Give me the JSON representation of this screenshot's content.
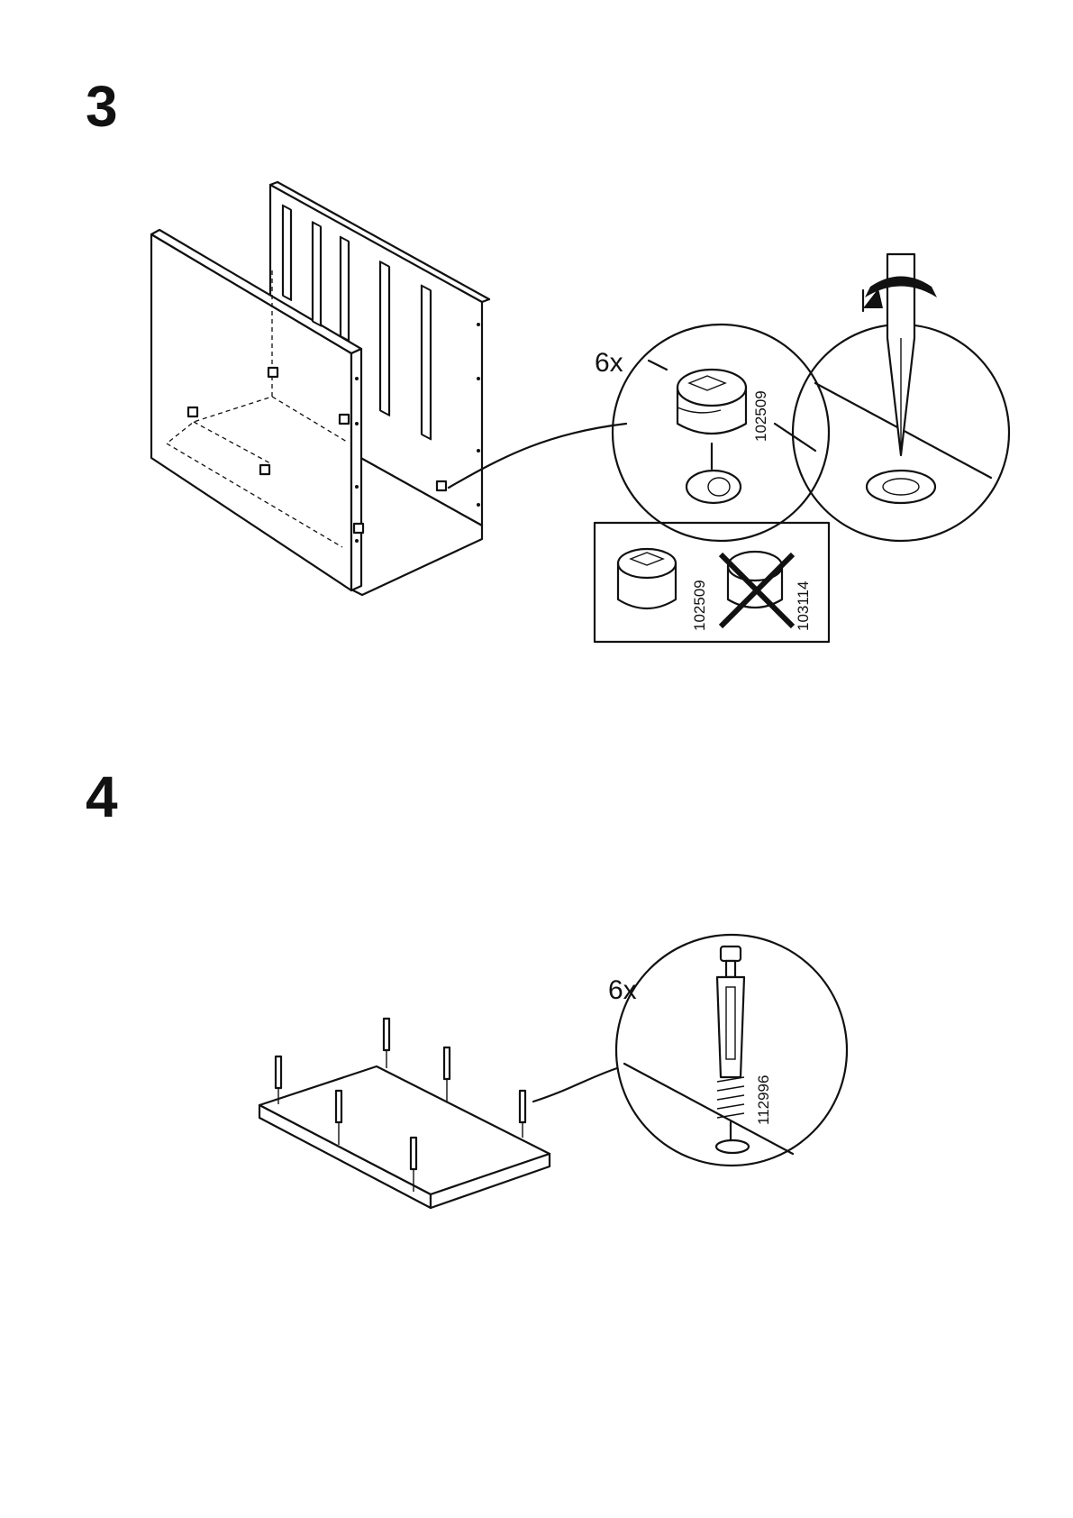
{
  "steps": [
    {
      "number": "3",
      "callout_qty": "6x",
      "part_number": "102509",
      "correct_part": "102509",
      "wrong_part": "103114"
    },
    {
      "number": "4",
      "callout_qty": "6x",
      "part_number": "112996"
    }
  ]
}
